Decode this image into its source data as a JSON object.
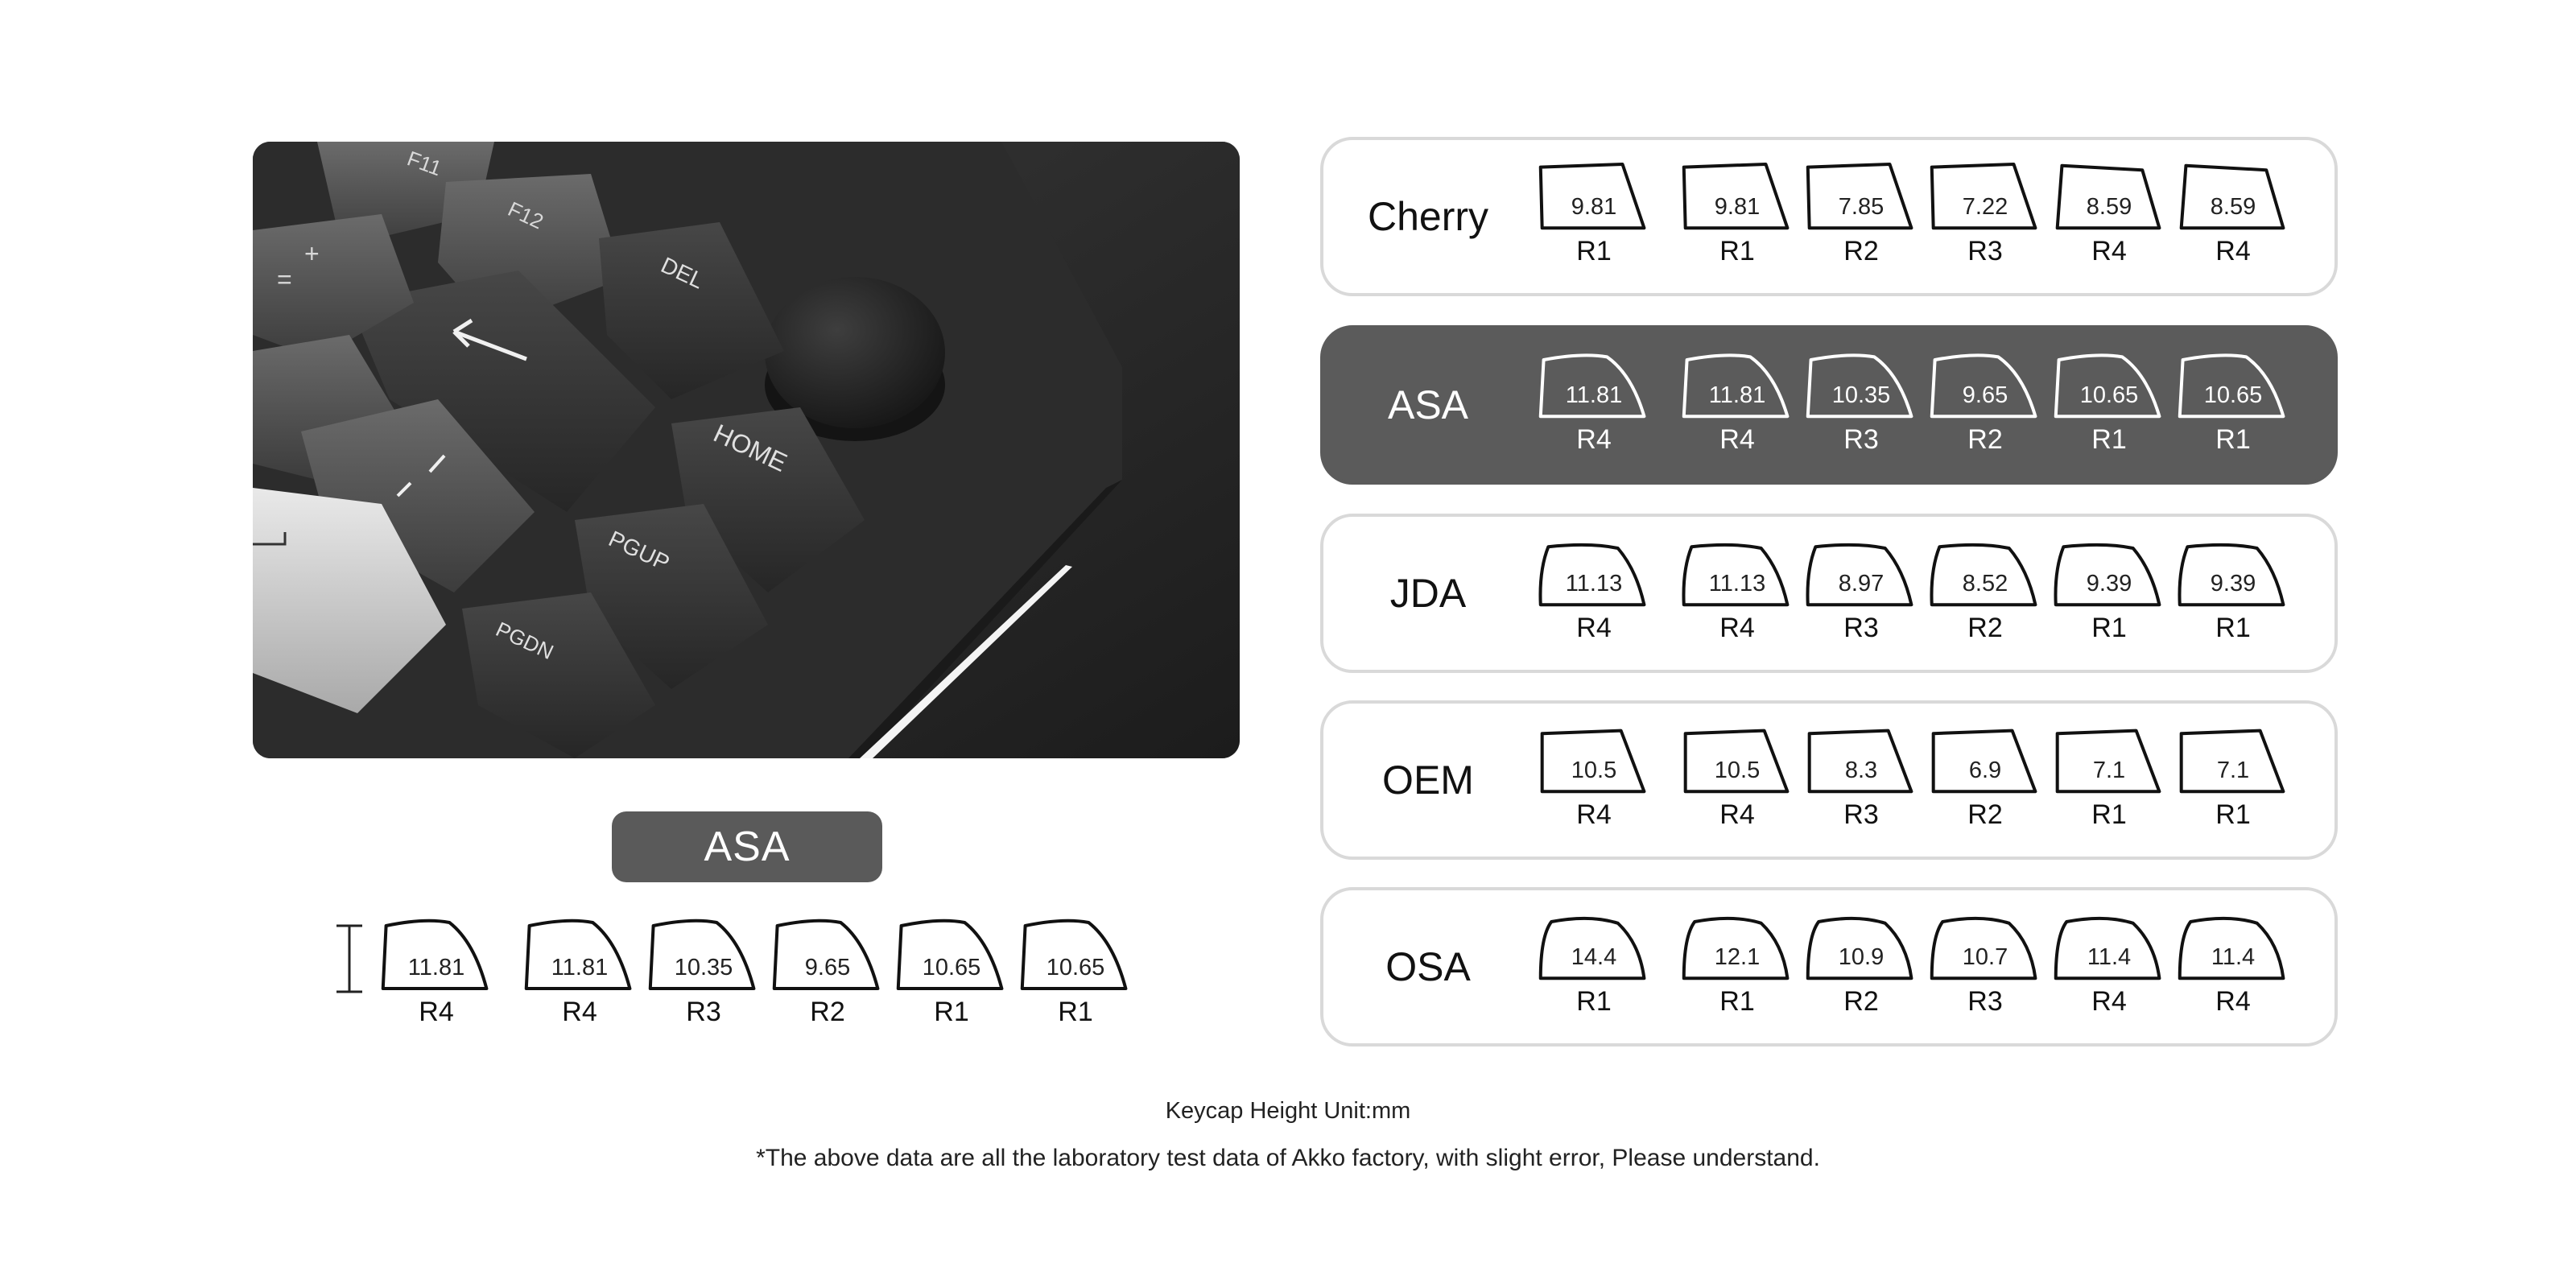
{
  "photo": {
    "keys": [
      "F11",
      "F12",
      "DEL",
      "HOME",
      "PGUP",
      "PGDN",
      "+",
      "="
    ]
  },
  "left_block": {
    "title": "ASA",
    "keys": [
      {
        "value": "11.81",
        "row": "R4"
      },
      {
        "value": "11.81",
        "row": "R4"
      },
      {
        "value": "10.35",
        "row": "R3"
      },
      {
        "value": "9.65",
        "row": "R2"
      },
      {
        "value": "10.65",
        "row": "R1"
      },
      {
        "value": "10.65",
        "row": "R1"
      }
    ]
  },
  "profiles": [
    {
      "name": "Cherry",
      "highlight": false,
      "keys": [
        {
          "value": "9.81",
          "row": "R1"
        },
        {
          "value": "9.81",
          "row": "R1"
        },
        {
          "value": "7.85",
          "row": "R2"
        },
        {
          "value": "7.22",
          "row": "R3"
        },
        {
          "value": "8.59",
          "row": "R4"
        },
        {
          "value": "8.59",
          "row": "R4"
        }
      ]
    },
    {
      "name": "ASA",
      "highlight": true,
      "keys": [
        {
          "value": "11.81",
          "row": "R4"
        },
        {
          "value": "11.81",
          "row": "R4"
        },
        {
          "value": "10.35",
          "row": "R3"
        },
        {
          "value": "9.65",
          "row": "R2"
        },
        {
          "value": "10.65",
          "row": "R1"
        },
        {
          "value": "10.65",
          "row": "R1"
        }
      ]
    },
    {
      "name": "JDA",
      "highlight": false,
      "keys": [
        {
          "value": "11.13",
          "row": "R4"
        },
        {
          "value": "11.13",
          "row": "R4"
        },
        {
          "value": "8.97",
          "row": "R3"
        },
        {
          "value": "8.52",
          "row": "R2"
        },
        {
          "value": "9.39",
          "row": "R1"
        },
        {
          "value": "9.39",
          "row": "R1"
        }
      ]
    },
    {
      "name": "OEM",
      "highlight": false,
      "keys": [
        {
          "value": "10.5",
          "row": "R4"
        },
        {
          "value": "10.5",
          "row": "R4"
        },
        {
          "value": "8.3",
          "row": "R3"
        },
        {
          "value": "6.9",
          "row": "R2"
        },
        {
          "value": "7.1",
          "row": "R1"
        },
        {
          "value": "7.1",
          "row": "R1"
        }
      ]
    },
    {
      "name": "OSA",
      "highlight": false,
      "keys": [
        {
          "value": "14.4",
          "row": "R1"
        },
        {
          "value": "12.1",
          "row": "R1"
        },
        {
          "value": "10.9",
          "row": "R2"
        },
        {
          "value": "10.7",
          "row": "R3"
        },
        {
          "value": "11.4",
          "row": "R4"
        },
        {
          "value": "11.4",
          "row": "R4"
        }
      ]
    }
  ],
  "footer": {
    "unit": "Keycap Height Unit:mm",
    "note": "*The above data are all the laboratory test data of Akko factory, with slight error, Please understand."
  },
  "colors": {
    "highlight": "#5b5b5b",
    "panel_border": "#d9d9d9",
    "outline": "#111111"
  }
}
